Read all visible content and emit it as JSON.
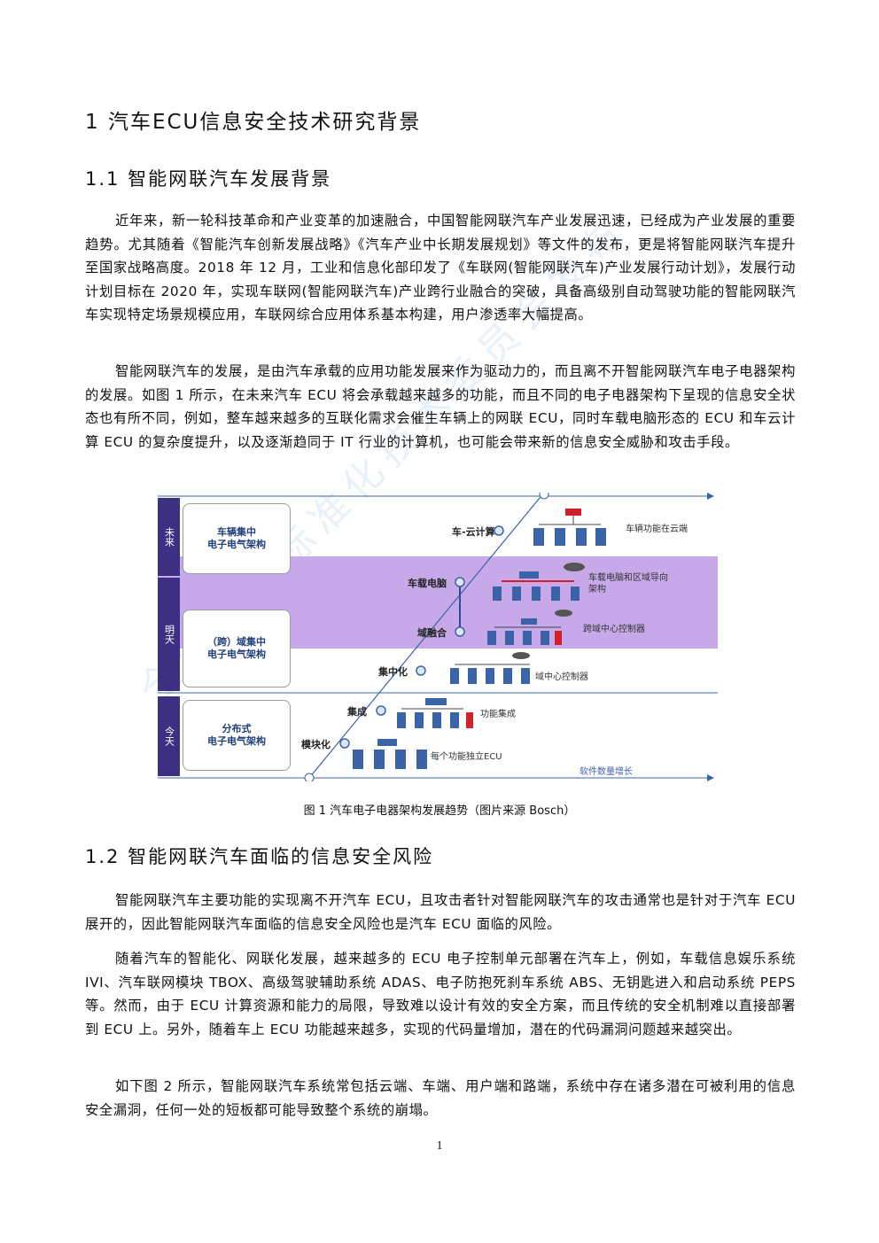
{
  "section1": {
    "title": "1  汽车ECU信息安全技术研究背景"
  },
  "section1_1": {
    "title": "1.1  智能网联汽车发展背景",
    "paragraphs": [
      "近年来，新一轮科技革命和产业变革的加速融合，中国智能网联汽车产业发展迅速，已经成为产业发展的重要趋势。尤其随着《智能汽车创新发展战略》《汽车产业中长期发展规划》等文件的发布，更是将智能网联汽车提升至国家战略高度。2018 年 12 月，工业和信息化部印发了《车联网(智能网联汽车)产业发展行动计划》，发展行动计划目标在 2020 年，实现车联网(智能网联汽车)产业跨行业融合的突破，具备高级别自动驾驶功能的智能网联汽车实现特定场景规模应用，车联网综合应用体系基本构建，用户渗透率大幅提高。",
      "智能网联汽车的发展，是由汽车承载的应用功能发展来作为驱动力的，而且离不开智能网联汽车电子电器架构的发展。如图 1 所示，在未来汽车 ECU 将会承载越来越多的功能，而且不同的电子电器架构下呈现的信息安全状态也有所不同，例如，整车越来越多的互联化需求会催生车辆上的网联 ECU，同时车载电脑形态的 ECU 和车云计算 ECU 的复杂度提升，以及逐渐趋同于 IT 行业的计算机，也可能会带来新的信息安全威胁和攻击手段。"
    ]
  },
  "figure1": {
    "caption": "图 1  汽车电子电器架构发展趋势（图片来源 Bosch）",
    "stages": [
      {
        "label": "未来",
        "architecture": "车辆集中\n电子电气架构"
      },
      {
        "label": "明天",
        "architecture": "（跨）域集中\n电子电气架构"
      },
      {
        "label": "今天",
        "architecture": "分布式\n电子电气架构"
      }
    ],
    "steps": [
      {
        "label": "车-云计算",
        "desc": "车辆功能在云端"
      },
      {
        "label": "车载电脑",
        "desc": "车载电脑和区域导向\n架构"
      },
      {
        "label": "域融合",
        "desc": "跨域中心控制器"
      },
      {
        "label": "集中化",
        "desc": "域中心控制器"
      },
      {
        "label": "集成",
        "desc": "功能集成"
      },
      {
        "label": "模块化",
        "desc": "每个功能独立ECU"
      }
    ],
    "axis_label": "软件数量增长",
    "colors": {
      "band": "#c7a8e8",
      "tab": "#3d2f82",
      "box_text": "#1f3f7a",
      "ecu": "#3b64a8",
      "accent": "#d0202a"
    }
  },
  "section1_2": {
    "title": "1.2  智能网联汽车面临的信息安全风险",
    "paragraphs": [
      "智能网联汽车主要功能的实现离不开汽车 ECU，且攻击者针对智能网联汽车的攻击通常也是针对于汽车 ECU 展开的，因此智能网联汽车面临的信息安全风险也是汽车 ECU 面临的风险。",
      "随着汽车的智能化、网联化发展，越来越多的 ECU 电子控制单元部署在汽车上，例如，车载信息娱乐系统 IVI、汽车联网模块 TBOX、高级驾驶辅助系统 ADAS、电子防抱死刹车系统 ABS、无钥匙进入和启动系统 PEPS 等。然而，由于 ECU 计算资源和能力的局限，导致难以设计有效的安全方案，而且传统的安全机制难以直接部署到 ECU 上。另外，随着车上 ECU 功能越来越多，实现的代码量增加，潜在的代码漏洞问题越来越突出。",
      "如下图 2 所示，智能网联汽车系统常包括云端、车端、用户端和路端，系统中存在诸多潜在可被利用的信息安全漏洞，任何一处的短板都可能导致整个系统的崩塌。"
    ]
  },
  "watermark": "全国汽车标准化技术委员会发布",
  "page_number": "1"
}
